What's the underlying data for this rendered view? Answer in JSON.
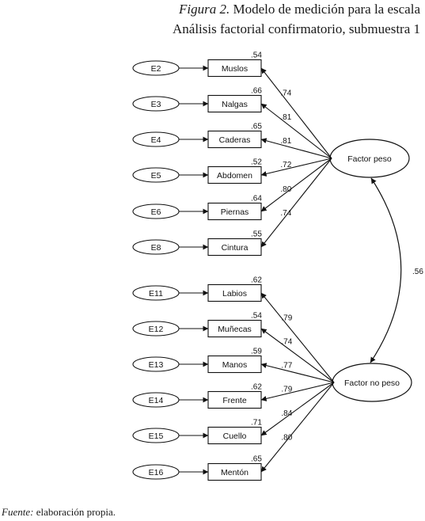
{
  "title": {
    "figure_label": "Figura 2.",
    "line1": "Modelo de medición para la escala",
    "line2": "Análisis factorial confirmatorio, submuestra 1"
  },
  "factors": [
    {
      "id": "peso",
      "label": "Factor peso"
    },
    {
      "id": "nopeso",
      "label": "Factor no peso"
    }
  ],
  "factor_correlation": ".56",
  "indicators": [
    {
      "error": "E2",
      "label": "Muslos",
      "r2": ".54",
      "loading": ".74",
      "factor": "peso"
    },
    {
      "error": "E3",
      "label": "Nalgas",
      "r2": ".66",
      "loading": ".81",
      "factor": "peso"
    },
    {
      "error": "E4",
      "label": "Caderas",
      "r2": ".65",
      "loading": ".81",
      "factor": "peso"
    },
    {
      "error": "E5",
      "label": "Abdomen",
      "r2": ".52",
      "loading": ".72",
      "factor": "peso"
    },
    {
      "error": "E6",
      "label": "Piernas",
      "r2": ".64",
      "loading": ".80",
      "factor": "peso"
    },
    {
      "error": "E8",
      "label": "Cintura",
      "r2": ".55",
      "loading": ".74",
      "factor": "peso"
    },
    {
      "error": "E11",
      "label": "Labios",
      "r2": ".62",
      "loading": ".79",
      "factor": "nopeso"
    },
    {
      "error": "E12",
      "label": "Muñecas",
      "r2": ".54",
      "loading": ".74",
      "factor": "nopeso"
    },
    {
      "error": "E13",
      "label": "Manos",
      "r2": ".59",
      "loading": ".77",
      "factor": "nopeso"
    },
    {
      "error": "E14",
      "label": "Frente",
      "r2": ".62",
      "loading": ".79",
      "factor": "nopeso"
    },
    {
      "error": "E15",
      "label": "Cuello",
      "r2": ".71",
      "loading": ".84",
      "factor": "nopeso"
    },
    {
      "error": "E16",
      "label": "Mentón",
      "r2": ".65",
      "loading": ".80",
      "factor": "nopeso"
    }
  ],
  "source": {
    "label": "Fuente",
    "text": "elaboración propia."
  }
}
